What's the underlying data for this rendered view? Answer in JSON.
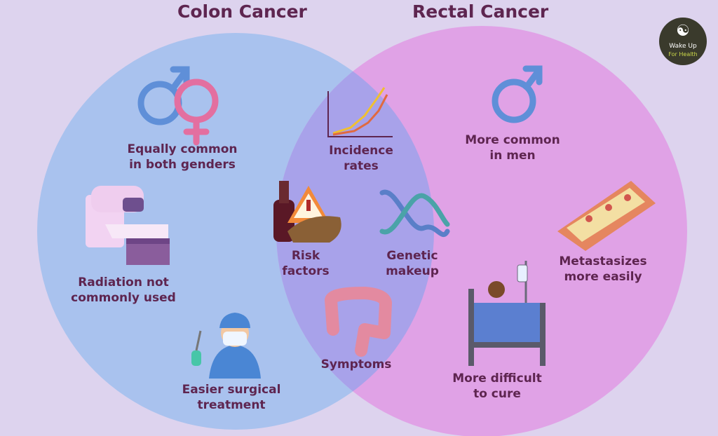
{
  "circles": {
    "left_title": "Colon Cancer",
    "right_title": "Rectal Cancer",
    "left_color": "#a9c2ee",
    "right_color": "#e0a2e6",
    "overlap_color": "#a8a2ea"
  },
  "colon_only": {
    "genders": [
      "Equally common",
      "in both genders"
    ],
    "radiation": [
      "Radiation not",
      "commonly used"
    ],
    "surgery": [
      "Easier surgical",
      "treatment"
    ]
  },
  "shared": {
    "incidence": [
      "Incidence",
      "rates"
    ],
    "risk": [
      "Risk",
      "factors"
    ],
    "genetic": [
      "Genetic",
      "makeup"
    ],
    "symptoms": [
      "Symptoms"
    ]
  },
  "rectal_only": {
    "men": [
      "More common",
      "in men"
    ],
    "metastasizes": [
      "Metastasizes",
      "more easily"
    ],
    "cure": [
      "More difficult",
      "to cure"
    ]
  },
  "logo": {
    "line1": "Wake Up",
    "line2": "For Health"
  }
}
